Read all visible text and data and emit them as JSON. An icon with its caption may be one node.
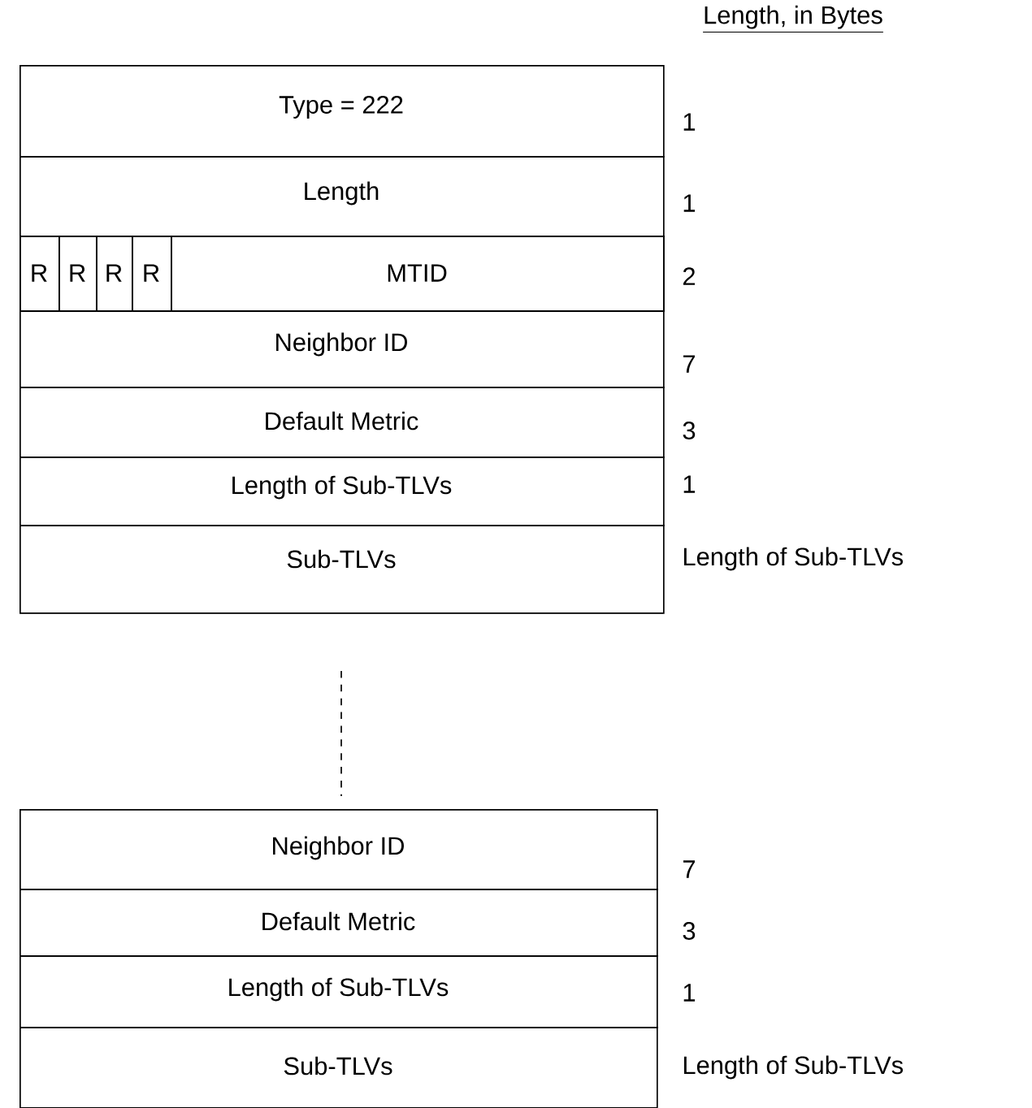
{
  "diagram": {
    "nodes": [
      {
        "text": [
          "Type = 222"
        ],
        "beside": [
          "1"
        ]
      },
      {
        "text": [
          "Length"
        ],
        "beside": [
          "1"
        ]
      },
      {
        "text": [],
        "shape": "box",
        "beside": [
          "2"
        ]
      },
      {
        "text": [
          "R"
        ],
        "in": 2
      },
      {
        "text": [
          "R"
        ],
        "in": 2
      },
      {
        "text": [
          "R"
        ],
        "in": 2
      },
      {
        "text": [
          "R"
        ],
        "in": 2
      },
      {
        "text": [
          "MTID"
        ],
        "in": 2
      },
      {
        "text": [
          "Neighbor ID"
        ],
        "beside": [
          "7"
        ]
      },
      {
        "text": [
          "Default Metric"
        ],
        "beside": [
          "3"
        ]
      },
      {
        "text": [
          "Length of Sub-TLVs"
        ],
        "beside": [
          "1"
        ]
      },
      {
        "text": [
          "Sub-TLVs"
        ],
        "beside": [
          "Length of Sub-TLVs"
        ]
      },
      {
        "text": [
          "Neighbor ID"
        ],
        "beside": [
          "7"
        ]
      },
      {
        "text": [
          "Default Metric"
        ],
        "beside": [
          "3"
        ]
      },
      {
        "text": [
          "Length of Sub-TLVs"
        ],
        "beside": [
          "1"
        ]
      },
      {
        "text": [
          "Sub-TLVs"
        ],
        "beside": [
          "Length of Sub-TLVs"
        ]
      }
    ],
    "labels": [
      "Length, in Bytes"
    ]
  }
}
